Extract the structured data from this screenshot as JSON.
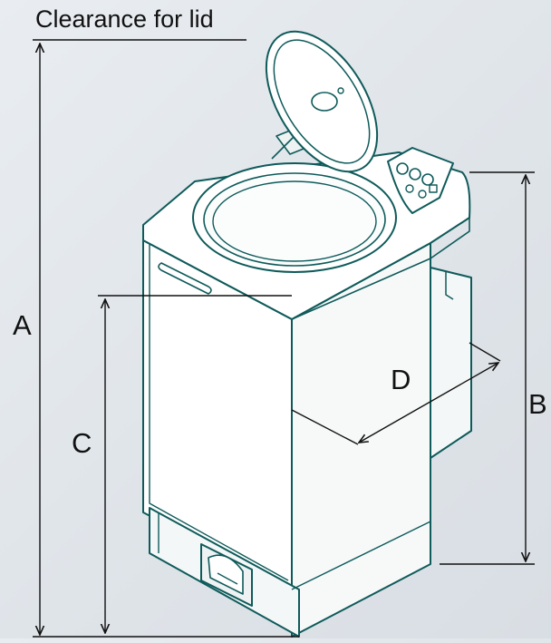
{
  "labels": {
    "clearance": "Clearance for lid",
    "a": "A",
    "b": "B",
    "c": "C",
    "d": "D"
  },
  "colors": {
    "outline": "#0f5a5a",
    "body_fill": "#ffffff",
    "dimension_line": "#111111",
    "background": "#e4e8ec"
  },
  "dimensions": [
    {
      "label": "A",
      "meaning": "Clearance for lid"
    },
    {
      "label": "B"
    },
    {
      "label": "C"
    },
    {
      "label": "D"
    }
  ]
}
